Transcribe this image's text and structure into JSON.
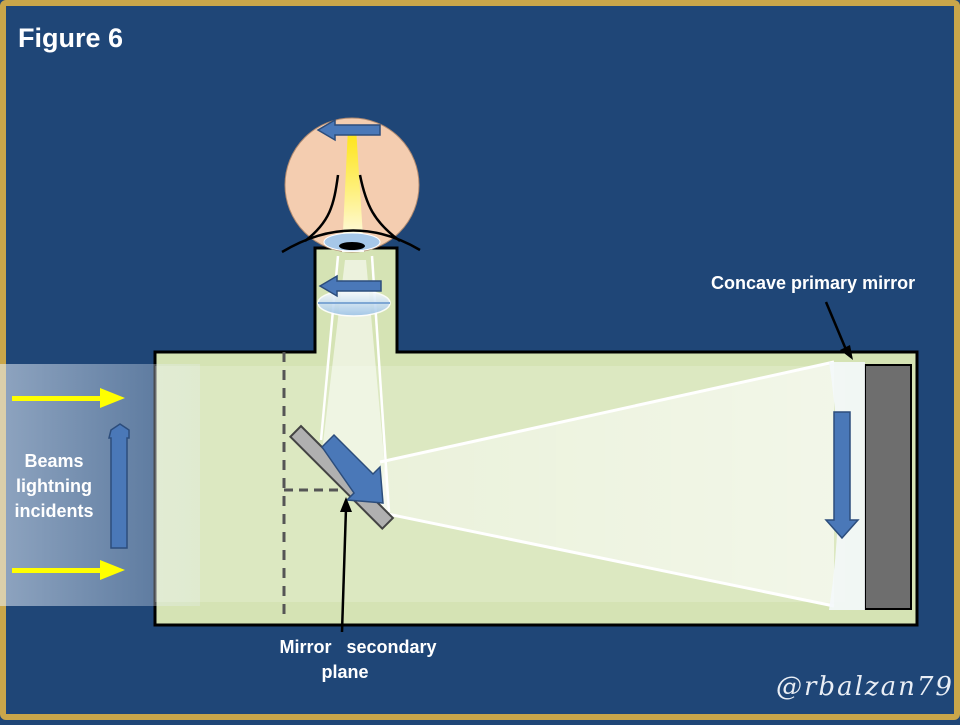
{
  "figure_title": "Figure 6",
  "labels": {
    "concave_primary_mirror": "Concave primary mirror",
    "beams_line1": "Beams",
    "beams_line2": "lightning",
    "beams_line3": "incidents",
    "secondary_line1": "Mirror   secondary",
    "secondary_line2": "plane"
  },
  "signature": "@rbalzan79",
  "colors": {
    "background": "#1f4677",
    "frame_gold": "#c9a64a",
    "tube_fill": "#d5e3b4",
    "incident_beam": "#ffff00",
    "flow_arrow": "#4a78b8",
    "eye": "#f4cdb0",
    "primary_mirror": "#6e6e6e",
    "secondary_mirror": "#b0b0b0"
  },
  "icons": [
    "eye-icon",
    "eyepiece-lens-icon",
    "flow-arrow-icon",
    "incident-ray-arrow-icon"
  ]
}
